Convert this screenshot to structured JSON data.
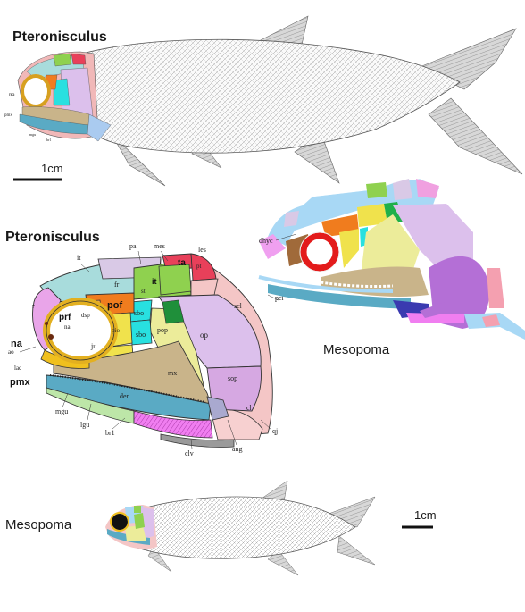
{
  "titles": {
    "top_left": "Pteronisculus",
    "middle_left": "Pteronisculus",
    "middle_right": "Mesopoma",
    "bottom_left": "Mesopoma"
  },
  "scale_bars": {
    "top": "1cm",
    "bottom": "1cm"
  },
  "labels": {
    "pa": "pa",
    "mes": "mes",
    "les": "les",
    "it_top": "it",
    "fr": "fr",
    "ta": "ta",
    "pt": "pt",
    "st": "st",
    "it2": "it",
    "r": "r",
    "prf": "prf",
    "pof": "pof",
    "dsp": "dsp",
    "na_small": "na",
    "sbo1": "sbo",
    "sbo2": "sbo",
    "pio": "pio",
    "ju": "ju",
    "pop": "pop",
    "op": "op",
    "scl": "scl",
    "pcl": "pcl",
    "dhyc": "dhyc",
    "na": "na",
    "ao": "ao",
    "lac": "lac",
    "pmx": "pmx",
    "mx": "mx",
    "sop": "sop",
    "den": "den",
    "cl": "cl",
    "qj": "qj",
    "mgu": "mgu",
    "lgu": "lgu",
    "br1": "br1",
    "clv": "clv",
    "ang": "ang"
  },
  "colors": {
    "fr": "#a8dcdc",
    "pa": "#d9c9e6",
    "st": "#8fd14f",
    "it": "#8fd14f",
    "ta": "#e8405a",
    "pt": "#e8405a",
    "pof": "#f07c1e",
    "dsp": "#f3a85a",
    "sbo": "#28e0e0",
    "pio": "#f0e24c",
    "ju": "#f0e24c",
    "pop": "#ecec9a",
    "op": "#dcc0ec",
    "sop": "#d6a8e2",
    "mx": "#c9b48a",
    "den": "#5aaac4",
    "scl": "#f4c6c6",
    "clv": "#f07ef0",
    "lac": "#f0c01e",
    "rostral": "#e9a5e9",
    "orbit_ring": "#e31b1b",
    "mesopoma_blue": "#a8d8f5",
    "mesopoma_violet": "#b46fd6"
  }
}
